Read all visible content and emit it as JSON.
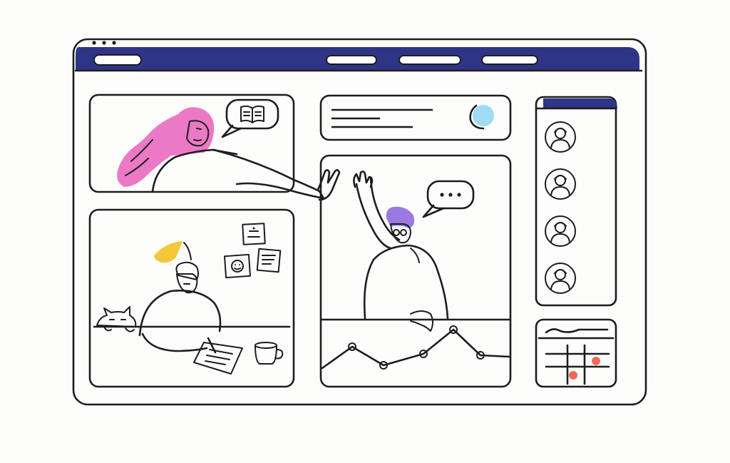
{
  "palette": {
    "ink": "#1d1d1f",
    "header": "#2e3586",
    "pink": "#ec79c5",
    "blue": "#9fdcf5",
    "yellow": "#f3c93b",
    "purple": "#9a7ae0",
    "red": "#f2685a",
    "paper": "#fdfdfc"
  },
  "icons": {
    "book": "open-book-icon",
    "speech": "speech-bubble-icon",
    "typing": "typing-dots-icon",
    "avatar": "user-avatar-icon",
    "calendar": "calendar-icon",
    "cat": "cat-icon",
    "mug": "coffee-mug-icon",
    "sticky": "sticky-note-icon"
  },
  "participants": [
    "pink-hair-woman",
    "purple-hair-man",
    "blonde-person-writing"
  ],
  "sidebar_avatar_count": 4
}
